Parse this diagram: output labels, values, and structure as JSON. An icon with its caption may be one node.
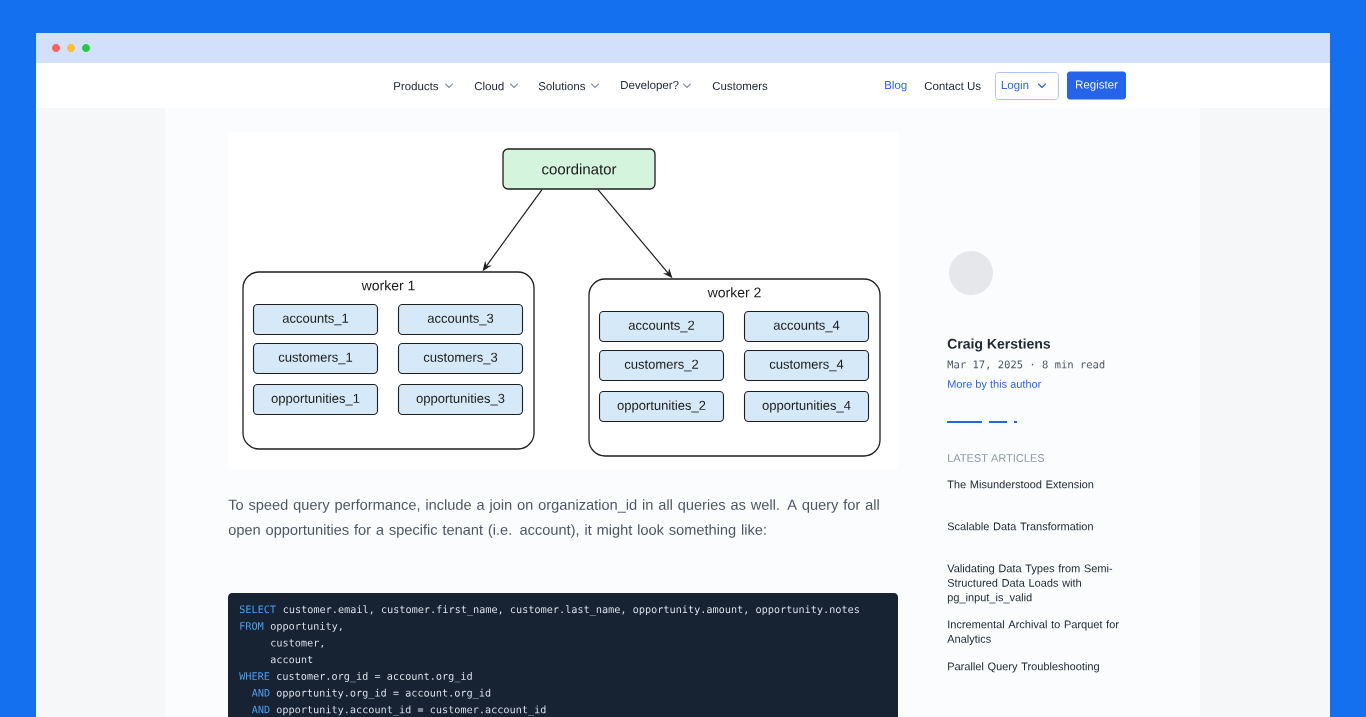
{
  "diagram": {
    "nodes": [
      {
        "text": [
          "coordinator"
        ]
      },
      {
        "text": [
          "worker 1"
        ]
      },
      {
        "text": [
          "accounts_1"
        ],
        "in": 1
      },
      {
        "text": [
          "accounts_3"
        ],
        "in": 1
      },
      {
        "text": [
          "customers_1"
        ],
        "in": 1
      },
      {
        "text": [
          "customers_3"
        ],
        "in": 1
      },
      {
        "text": [
          "opportunities_1"
        ],
        "in": 1
      },
      {
        "text": [
          "opportunities_3"
        ],
        "in": 1
      },
      {
        "text": [
          "worker 2"
        ]
      },
      {
        "text": [
          "accounts_2"
        ],
        "in": 8
      },
      {
        "text": [
          "accounts_4"
        ],
        "in": 8
      },
      {
        "text": [
          "customers_2"
        ],
        "in": 8
      },
      {
        "text": [
          "customers_4"
        ],
        "in": 8
      },
      {
        "text": [
          "opportunities_2"
        ],
        "in": 8
      },
      {
        "text": [
          "opportunities_4"
        ],
        "in": 8
      }
    ],
    "edges": [
      {
        "from": 0,
        "to": 1,
        "arrow": "to"
      },
      {
        "from": 0,
        "to": 8,
        "arrow": "to"
      }
    ],
    "labels": [
      "Products",
      "Cloud",
      "Solutions",
      "Developer?",
      "Customers",
      "Blog",
      "Contact Us",
      "Login",
      "Register",
      "To speed query performance, include a join on organization_id in all queries as well. A query for all open opportunities for a specific tenant (i.e. account), it might look something like:",
      "SELECT",
      "customer.email, customer.first_name, customer.last_name, opportunity.amount, opportunity.notes",
      "FROM",
      "opportunity,",
      "customer,",
      "account",
      "WHERE",
      "customer.org_id = account.org_id",
      "AND",
      "opportunity.org_id = account.org_id",
      "AND",
      "opportunity.account_id = customer.account_id",
      "Craig Kerstiens",
      "Mar 17, 2025 · 8 min read",
      "More by this author",
      "LATEST ARTICLES",
      "The Misunderstood Extension",
      "Scalable Data Transformation",
      "Validating Data Types from Semi-Structured Data Loads with pg_input_is_valid",
      "Incremental Archival to Parquet for Analytics",
      "Parallel Query Troubleshooting"
    ]
  }
}
